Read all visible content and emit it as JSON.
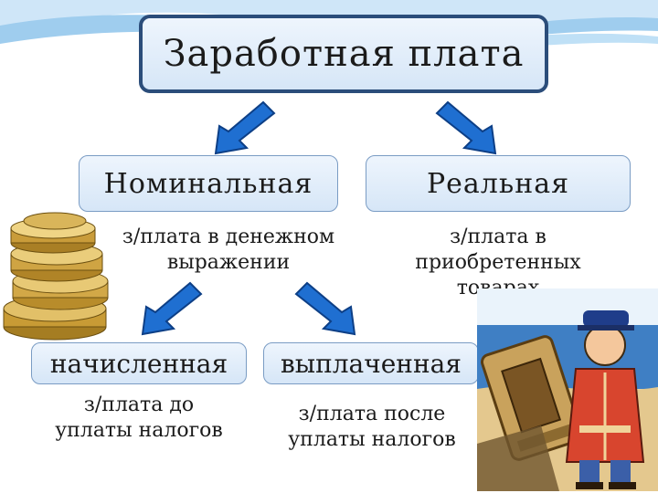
{
  "title": "Заработная плата",
  "nominal": {
    "label": "Номинальная",
    "description_line1": "з/плата в денежном",
    "description_line2": "выражении"
  },
  "real": {
    "label": "Реальная",
    "description_line1": "з/плата в",
    "description_line2": "приобретенных",
    "description_line3": "товарах"
  },
  "accrued": {
    "label": "начисленная",
    "description_line1": "з/плата до",
    "description_line2": "уплаты налогов"
  },
  "paid": {
    "label": "выплаченная",
    "description_line1": "з/плата после",
    "description_line2": "уплаты налогов"
  },
  "colors": {
    "arrow_blue": "#1f6fd1",
    "box_border": "#2b4d7a",
    "swoosh": "#8fc3ec"
  },
  "icons": [
    "coin-stack-icon",
    "cartoon-illustration"
  ]
}
